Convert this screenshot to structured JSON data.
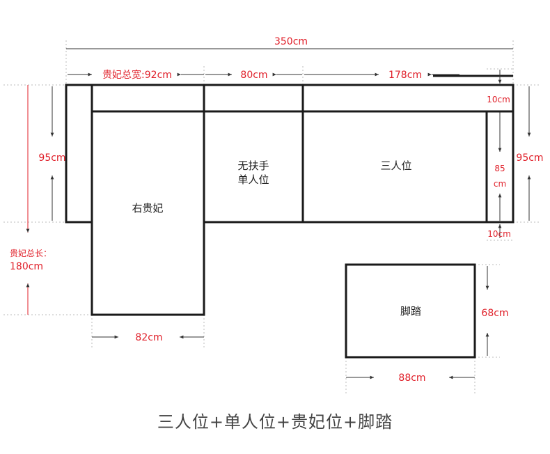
{
  "dimensions": {
    "total_width": "350cm",
    "chaise_width": "贵妃总宽:92cm",
    "single_width": "80cm",
    "three_width": "178cm",
    "armrest_top": "10cm",
    "height_left": "95cm",
    "height_right": "95cm",
    "inner_depth_1": "85",
    "inner_depth_2": "cm",
    "armrest_bottom": "10cm",
    "chaise_length_1": "贵妃总长：",
    "chaise_length_2": "180cm",
    "chaise_seat_width": "82cm",
    "ottoman_height": "68cm",
    "ottoman_width": "88cm"
  },
  "modules": {
    "chaise": "右贵妃",
    "single_1": "无扶手",
    "single_2": "单人位",
    "three_seat": "三人位",
    "ottoman": "脚踏"
  },
  "caption": "三人位+单人位+贵妃位+脚踏",
  "colors": {
    "outline": "#1a1a1a",
    "dimension_text": "#e0202a",
    "label_text": "#222222"
  }
}
